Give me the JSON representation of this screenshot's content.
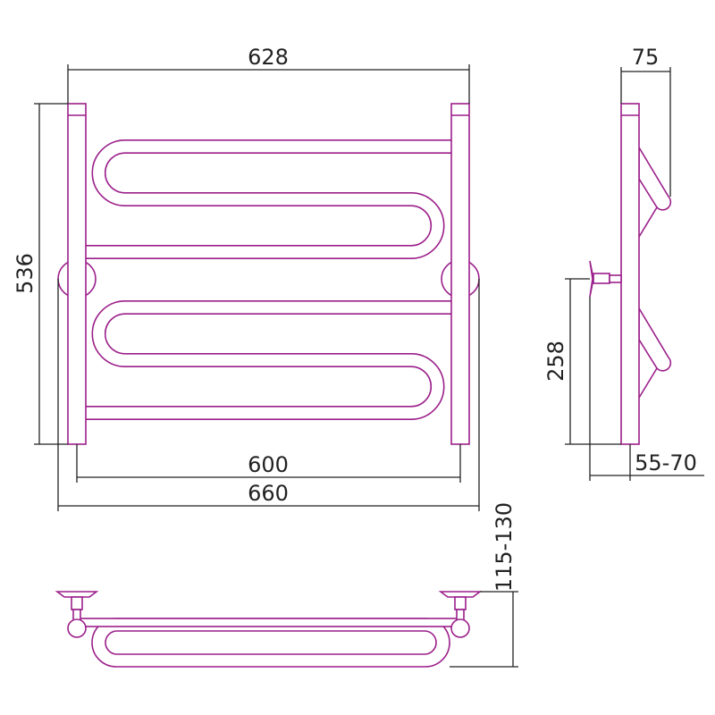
{
  "title": "Towel rail dimension drawing",
  "dimensions": {
    "top_width": "628",
    "height": "536",
    "mount_spacing": "600",
    "overall_width": "660",
    "side_depth": "75",
    "mount_height": "258",
    "wall_offset": "55-70",
    "bottom_depth": "115-130"
  },
  "colors": {
    "outline": "#9b1f8a",
    "dimension": "#222222"
  }
}
